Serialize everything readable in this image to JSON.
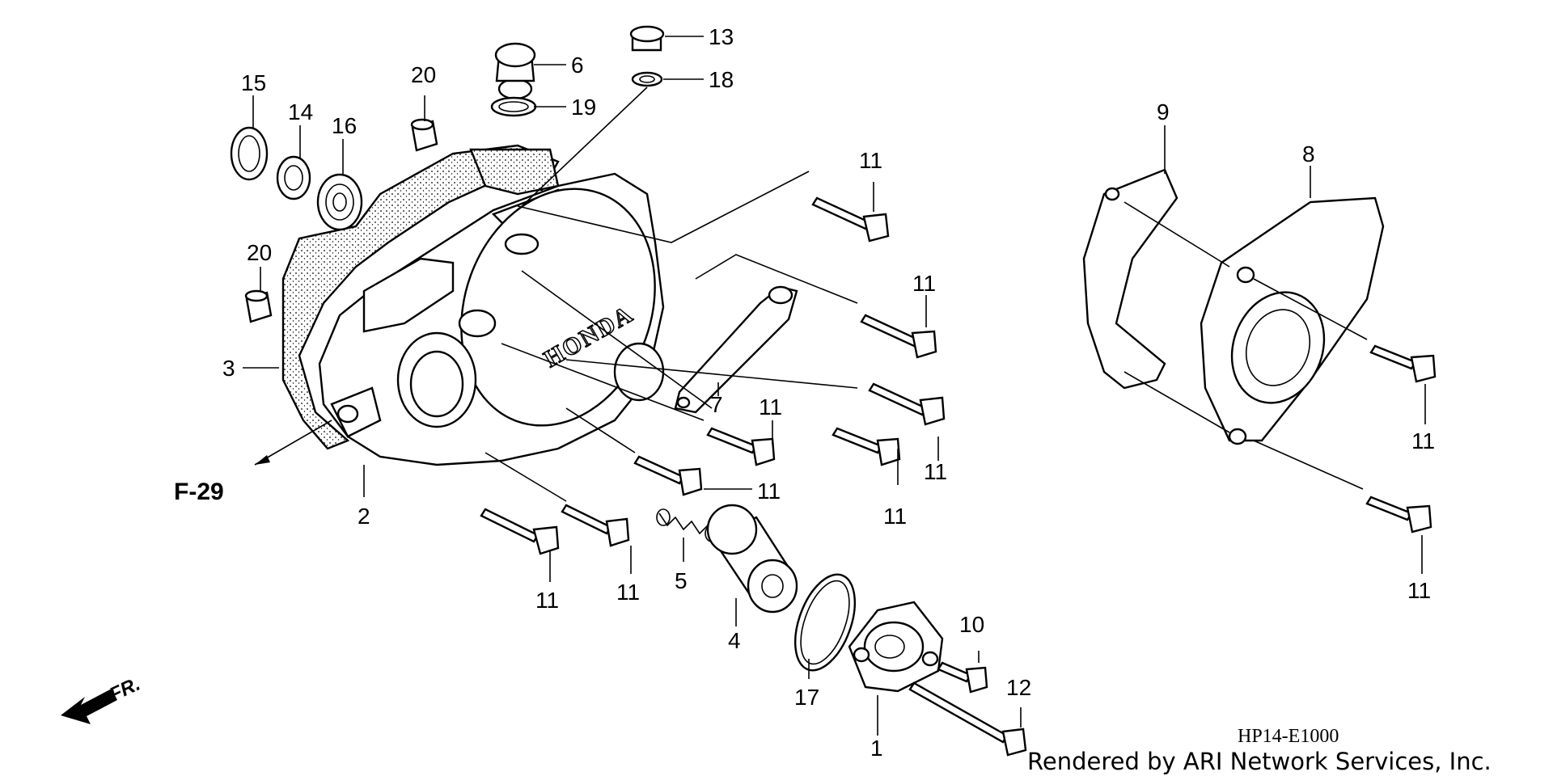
{
  "diagram": {
    "labels": {
      "p1": "1",
      "p2": "2",
      "p3": "3",
      "p4": "4",
      "p5": "5",
      "p6": "6",
      "p7": "7",
      "p8": "8",
      "p9": "9",
      "p10": "10",
      "p11": "11",
      "p12": "12",
      "p13": "13",
      "p14": "14",
      "p15": "15",
      "p16": "16",
      "p17": "17",
      "p18": "18",
      "p19": "19",
      "p20": "20"
    },
    "reference": "F-29",
    "direction": "FR.",
    "cover_logo": "HONDA",
    "diagram_code": "HP14-E1000",
    "credit": "Rendered by ARI Network Services, Inc."
  }
}
